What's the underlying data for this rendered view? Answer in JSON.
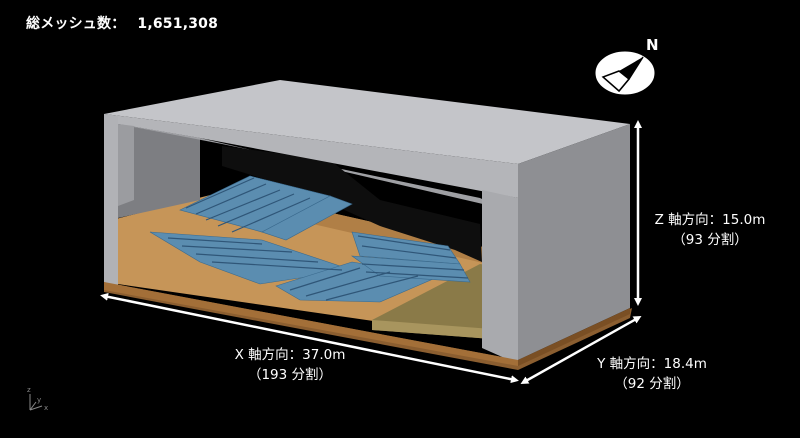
{
  "header": {
    "label": "総メッシュ数：",
    "value": "1,651,308"
  },
  "compass": {
    "north_label": "N"
  },
  "dimensions": {
    "x": {
      "label": "X 軸方向：37.0m",
      "divisions": "（193 分割）"
    },
    "y": {
      "label": "Y 軸方向：18.4m",
      "divisions": "（92 分割）"
    },
    "z": {
      "label": "Z 軸方向：15.0m",
      "divisions": "（93 分割）"
    }
  },
  "axis_triad": {
    "z": "z",
    "y": "y",
    "x": "x"
  },
  "colors": {
    "background": "#000000",
    "wall_light": "#b4b5b9",
    "wall_dark": "#8c8d91",
    "floor": "#b98a52",
    "seat": "#5f8fb0",
    "stage": "#8a7a4a",
    "arrow": "#ffffff"
  }
}
